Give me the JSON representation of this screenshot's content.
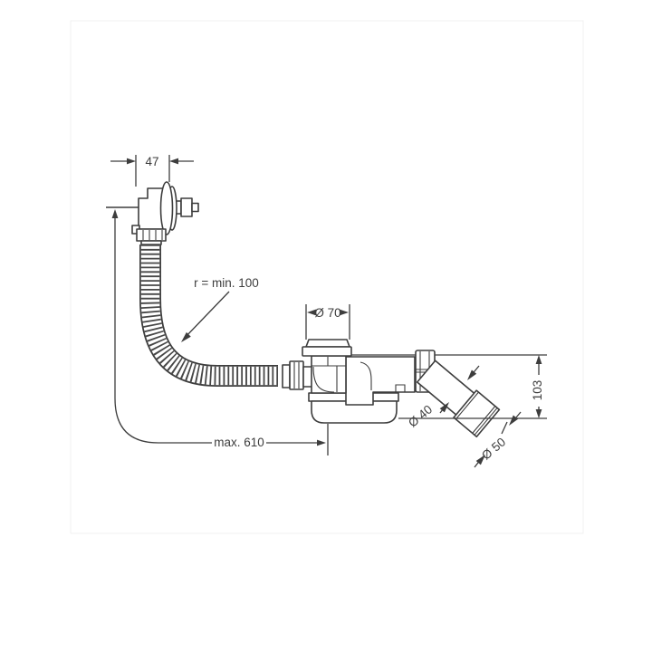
{
  "diagram": {
    "background_color": "#ffffff",
    "line_color": "#3d3d3d",
    "labels": {
      "overflow_depth": "47",
      "hose_bend_radius": "r = min. 100",
      "flange_diameter": "Ø 70",
      "max_length": "max. 610",
      "outlet_height": "103",
      "pipe_diameter": "Ø 40",
      "socket_diameter": "Ø 50"
    }
  }
}
